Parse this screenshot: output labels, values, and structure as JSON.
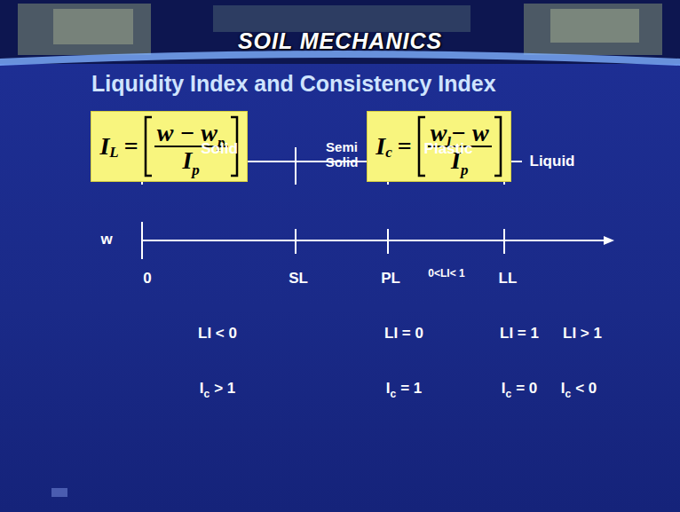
{
  "diagram": {
    "title": "Liquidity Index and Consistency Index",
    "nodes": [
      {
        "text": [
          "I",
          "L",
          "=",
          "w − w",
          "p",
          "I",
          "p"
        ]
      },
      {
        "text": [
          "I",
          "c",
          "=",
          "w",
          "l",
          "− w",
          "I",
          "p"
        ]
      }
    ],
    "labels": [
      "SOIL MECHANICS",
      "Solid",
      "Semi Solid",
      "Plastic",
      "Liquid",
      "w",
      "0",
      "SL",
      "PL",
      "0<LI< 1",
      "LL",
      "LI < 0",
      "LI = 0",
      "LI = 1",
      "LI > 1",
      "I",
      "c",
      "> 1",
      "I",
      "c",
      "= 1",
      "I",
      "c",
      "= 0",
      "I",
      "c",
      "< 0"
    ]
  }
}
